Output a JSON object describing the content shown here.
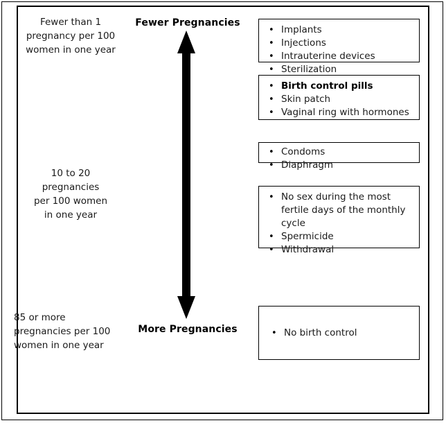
{
  "chart_data": {
    "type": "diagram",
    "title": "Birth control effectiveness scale",
    "axis": {
      "top_label": "Fewer Pregnancies",
      "bottom_label": "More Pregnancies",
      "direction": "vertical double-headed arrow"
    },
    "rate_labels": [
      "Fewer than 1 pregnancy per 100 women in one year",
      "10 to 20 pregnancies per 100 women in one year",
      "85 or more pregnancies per 100 women in one year"
    ],
    "tiers": [
      {
        "rate": "Fewer than 1 pregnancy per 100 women in one year",
        "methods": [
          "Implants",
          "Injections",
          "Intrauterine devices",
          "Sterilization"
        ]
      },
      {
        "rate": "",
        "methods": [
          "Birth control pills",
          "Skin patch",
          "Vaginal ring with hormones"
        ]
      },
      {
        "rate": "",
        "methods": [
          "Condoms",
          "Diaphragm"
        ]
      },
      {
        "rate": "10 to 20 pregnancies per 100 women in one year",
        "methods": [
          "No sex during the most fertile days of the monthly cycle",
          "Spermicide",
          "Withdrawal"
        ]
      },
      {
        "rate": "85 or more pregnancies per 100 women in one year",
        "methods": [
          "No birth control"
        ]
      }
    ]
  },
  "rates": {
    "top": {
      "lines": [
        "Fewer than 1",
        "pregnancy per 100",
        "women in one year"
      ],
      "text": "Fewer than 1 pregnancy per 100 women in one year"
    },
    "middle": {
      "lines": [
        "10 to 20",
        "pregnancies",
        "per 100 women",
        "in one year"
      ],
      "text": "10 to 20 pregnancies per 100 women in one year"
    },
    "bottom": {
      "lines": [
        "85 or more",
        "pregnancies per 100",
        "women in one year"
      ],
      "text": "85 or more pregnancies per 100 women in one year"
    }
  },
  "axis": {
    "top_label": "Fewer Pregnancies",
    "bottom_label": "More Pregnancies",
    "arrow_icon": "double-headed-vertical-arrow"
  },
  "boxes": [
    {
      "name": "most-effective-methods",
      "items": [
        {
          "text": "Implants",
          "bold": false,
          "bullet": "•"
        },
        {
          "text": "Injections",
          "bold": false,
          "bullet": "•"
        },
        {
          "text": "Intrauterine devices",
          "bold": false,
          "bullet": "•"
        },
        {
          "text": "Sterilization",
          "bold": false,
          "bullet": "•"
        }
      ]
    },
    {
      "name": "hormonal-methods",
      "items": [
        {
          "text": "Birth control pills",
          "bold": true,
          "bullet": "•"
        },
        {
          "text": "Skin patch",
          "bold": false,
          "bullet": "•"
        },
        {
          "text": "Vaginal ring with hormones",
          "bold": false,
          "bullet": "•"
        }
      ]
    },
    {
      "name": "barrier-methods",
      "items": [
        {
          "text": "Condoms",
          "bold": false,
          "bullet": "•"
        },
        {
          "text": "Diaphragm",
          "bold": false,
          "bullet": "•"
        }
      ]
    },
    {
      "name": "behavioral-methods",
      "items": [
        {
          "text": "No sex during the most fertile days of the monthly cycle",
          "bold": false,
          "bullet": "•"
        },
        {
          "text": "Spermicide",
          "bold": false,
          "bullet": "•"
        },
        {
          "text": "Withdrawal",
          "bold": false,
          "bullet": "•"
        }
      ]
    },
    {
      "name": "no-method",
      "items": [
        {
          "text": "No birth control",
          "bold": false,
          "bullet": "•"
        }
      ]
    }
  ],
  "colors": {
    "ink": "#000000",
    "text": "#1a1a1a",
    "background": "#ffffff"
  }
}
